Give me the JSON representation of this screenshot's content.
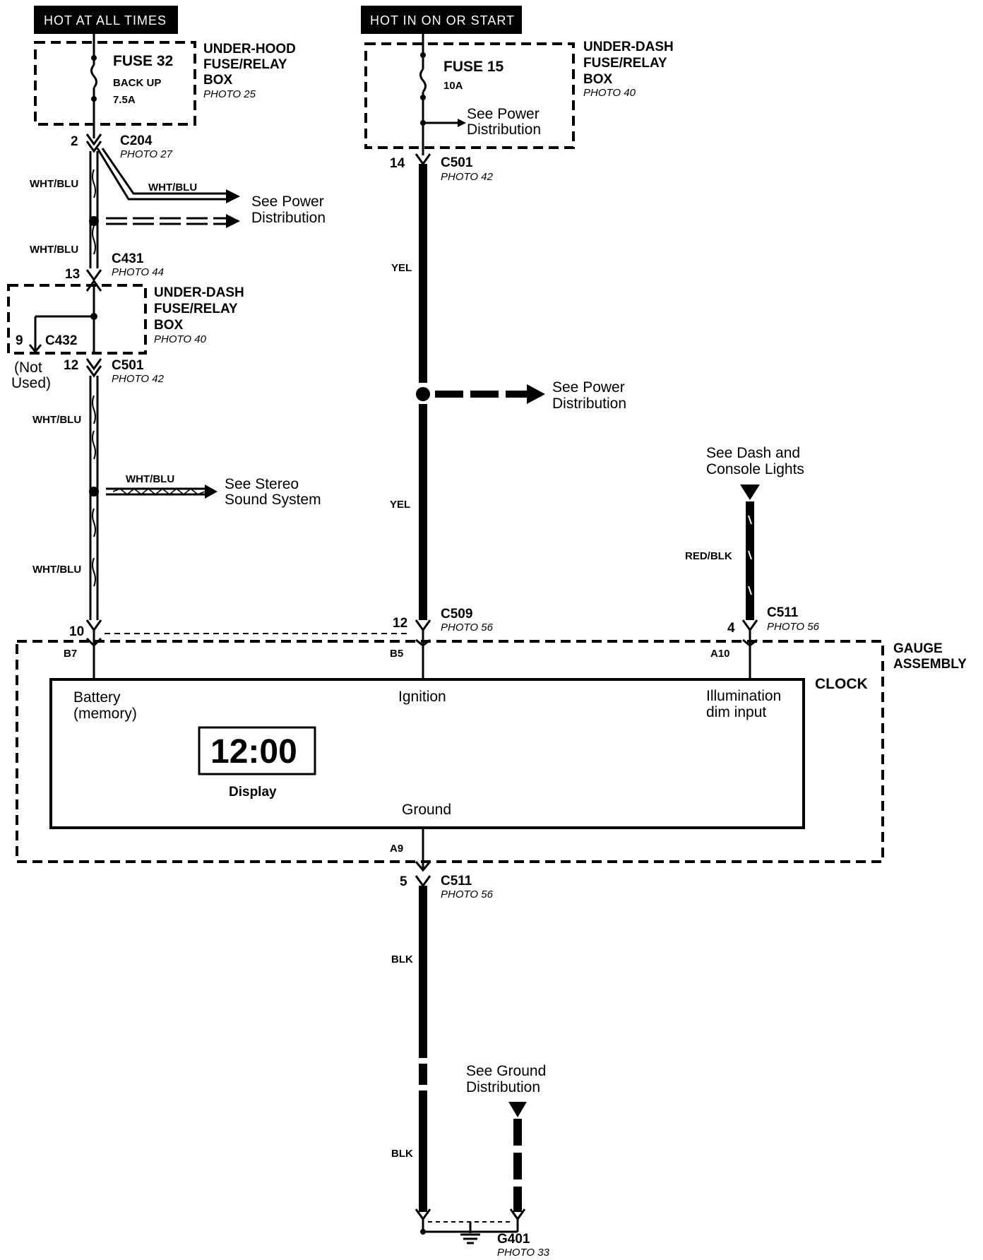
{
  "headers": {
    "hot_always": "HOT AT ALL TIMES",
    "hot_on_start": "HOT IN ON OR START"
  },
  "boxes": {
    "underhood": {
      "l1": "UNDER-HOOD",
      "l2": "FUSE/RELAY",
      "l3": "BOX",
      "photo": "PHOTO 25"
    },
    "underdash_top": {
      "l1": "UNDER-DASH",
      "l2": "FUSE/RELAY",
      "l3": "BOX",
      "photo": "PHOTO 40"
    },
    "underdash_left": {
      "l1": "UNDER-DASH",
      "l2": "FUSE/RELAY",
      "l3": "BOX",
      "photo": "PHOTO 40"
    },
    "gauge": {
      "l1": "GAUGE",
      "l2": "ASSEMBLY"
    }
  },
  "fuses": {
    "fuse32": {
      "name": "FUSE 32",
      "desc": "BACK UP",
      "rating": "7.5A"
    },
    "fuse15": {
      "name": "FUSE 15",
      "rating": "10A"
    }
  },
  "connectors": {
    "c204": {
      "name": "C204",
      "photo": "PHOTO 27",
      "pin": "2"
    },
    "c431": {
      "name": "C431",
      "photo": "PHOTO 44",
      "pin": "13"
    },
    "c432": {
      "name": "C432",
      "pin": "9"
    },
    "c501_left": {
      "name": "C501",
      "photo": "PHOTO 42",
      "pin": "12"
    },
    "c501_mid": {
      "name": "C501",
      "photo": "PHOTO 42",
      "pin": "14"
    },
    "c509": {
      "name": "C509",
      "photo": "PHOTO 56",
      "pin": "12"
    },
    "c511_top": {
      "name": "C511",
      "photo": "PHOTO 56",
      "pin": "4"
    },
    "c511_bot": {
      "name": "C511",
      "photo": "PHOTO 56",
      "pin": "5"
    },
    "left_pin10": "10",
    "g401": {
      "name": "G401",
      "photo": "PHOTO 33"
    }
  },
  "not_used": {
    "l1": "(Not",
    "l2": "Used)"
  },
  "wires": {
    "wht_blu": "WHT/BLU",
    "yel": "YEL",
    "red_blk": "RED/BLK",
    "blk": "BLK"
  },
  "refs": {
    "power_dist": {
      "l1": "See Power",
      "l2": "Distribution"
    },
    "stereo": {
      "l1": "See Stereo",
      "l2": "Sound System"
    },
    "dash_lights": {
      "l1": "See Dash and",
      "l2": "Console Lights"
    },
    "ground_dist": {
      "l1": "See Ground",
      "l2": "Distribution"
    }
  },
  "gauge_pins": {
    "b7": "B7",
    "b5": "B5",
    "a10": "A10",
    "a9": "A9"
  },
  "clock": {
    "title": "CLOCK",
    "battery_l1": "Battery",
    "battery_l2": "(memory)",
    "ignition": "Ignition",
    "illum_l1": "Illumination",
    "illum_l2": "dim input",
    "display_value": "12:00",
    "display_label": "Display",
    "ground": "Ground"
  }
}
